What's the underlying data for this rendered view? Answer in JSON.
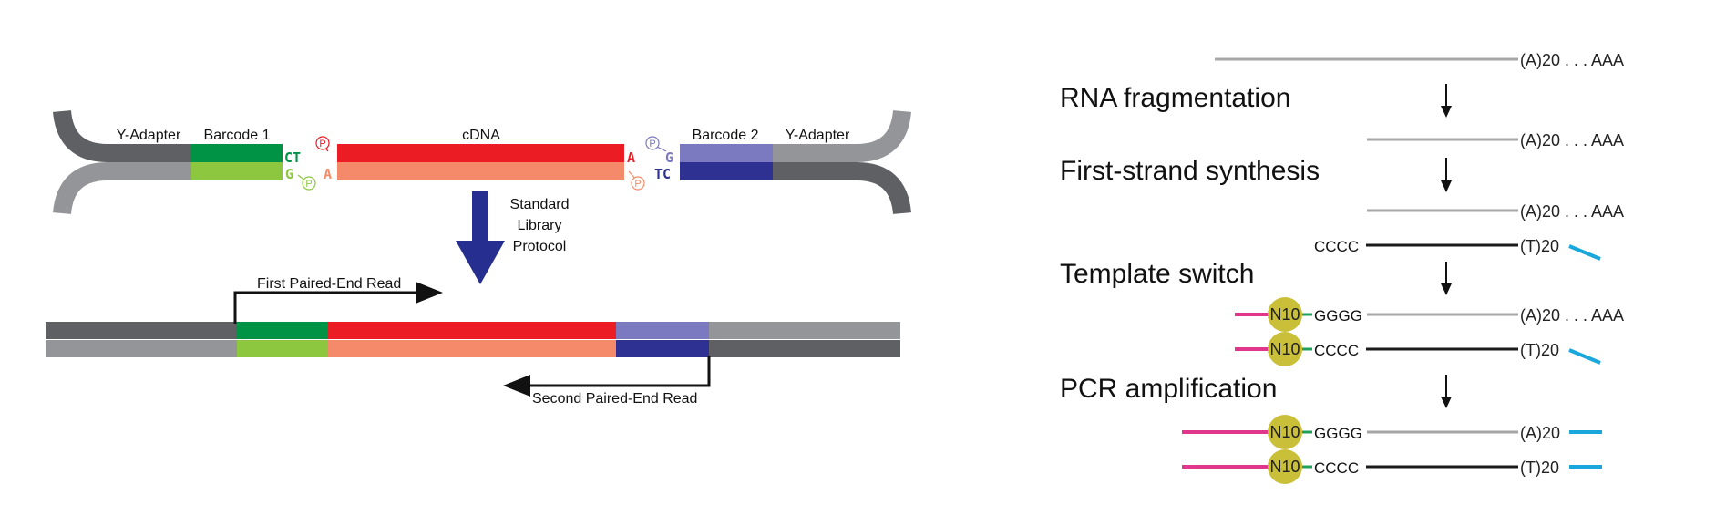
{
  "left_panel": {
    "y_adapter_left": "Y-Adapter",
    "barcode_1": "Barcode 1",
    "cdna": "cDNA",
    "barcode_2": "Barcode 2",
    "y_adapter_right": "Y-Adapter",
    "overhang_ct": "CT",
    "overhang_g_left": "G",
    "a_top": "A",
    "a_bottom": "A",
    "overhang_g_right": "G",
    "overhang_tc": "TC",
    "phosphate": "P",
    "protocol_line1": "Standard",
    "protocol_line2": "Library",
    "protocol_line3": "Protocol",
    "first_read": "First Paired-End Read",
    "second_read": "Second Paired-End Read"
  },
  "right_panel": {
    "steps": [
      "RNA fragmentation",
      "First-strand synthesis",
      "Template switch",
      "PCR amplification"
    ],
    "polya_tail": "(A)20 . . . AAA",
    "polya_short": "(A)20",
    "polyt": "(T)20",
    "cccc": "CCCC",
    "gggg": "GGGG",
    "n10": "N10"
  },
  "colors": {
    "adapter_dark": "#5e6064",
    "adapter_light": "#939598",
    "barcode1_dark": "#009245",
    "barcode1_light": "#8dc63f",
    "cdna_dark": "#ec1c24",
    "cdna_light": "#f58a6a",
    "barcode2_light": "#7b79c0",
    "barcode2_dark": "#2e3192",
    "arrow_blue": "#262f8f",
    "rna_grey": "#a6a6a6",
    "dna_black": "#1a1a1a",
    "magenta": "#e0368c",
    "cyan": "#1aa7dc",
    "n10_yellow": "#c9bf38"
  }
}
